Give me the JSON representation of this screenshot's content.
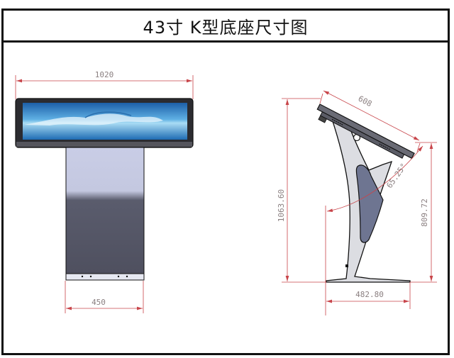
{
  "title": "43寸 K型底座尺寸图",
  "colors": {
    "frame": "#111111",
    "dimension_line": "#c8454a",
    "dimension_text": "#8a7f80",
    "screen_blue": "#2a7fc4",
    "bezel": "#2b2b30",
    "stand_light": "#c9cde6",
    "stand_dark": "#4e4f5e",
    "side_body": "#dcdde2",
    "side_cutout": "#6e7591"
  },
  "front_view": {
    "width_label": "1020",
    "base_width_label": "450"
  },
  "side_view": {
    "screen_length_label": "608",
    "angle_label": "65.25°",
    "total_height_label": "1063.60",
    "screen_edge_height_label": "809.72",
    "base_depth_label": "482.80"
  }
}
